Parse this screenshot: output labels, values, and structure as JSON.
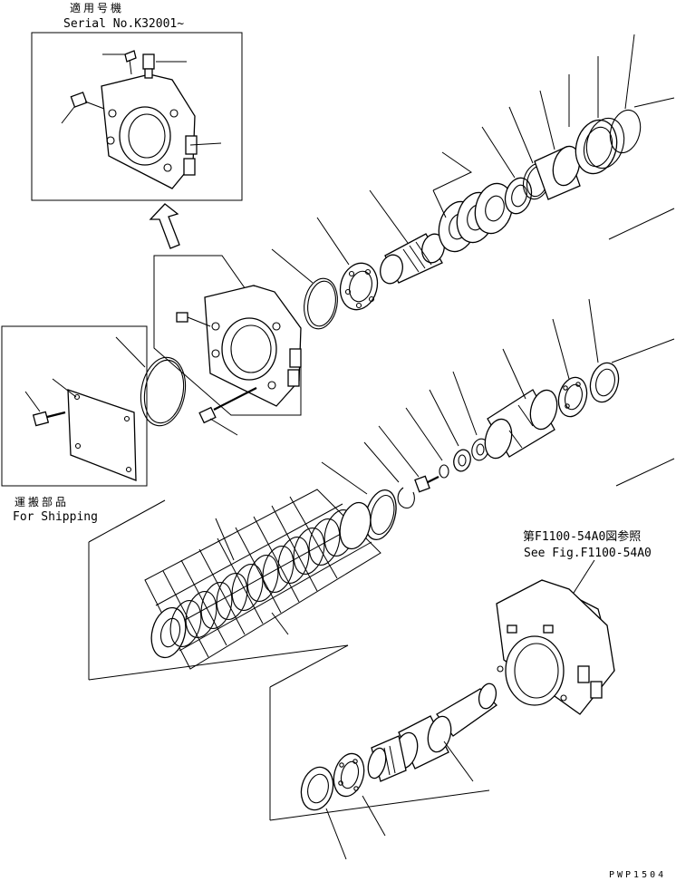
{
  "applicable": {
    "title_jp": "適用号機",
    "serial": "Serial No.K32001~"
  },
  "shipping": {
    "label_jp": "運搬部品",
    "label_en": "For Shipping"
  },
  "reference": {
    "label_jp": "第F1100-54A0図参照",
    "label_en": "See Fig.F1100-54A0"
  },
  "page_code": "PWP1504"
}
